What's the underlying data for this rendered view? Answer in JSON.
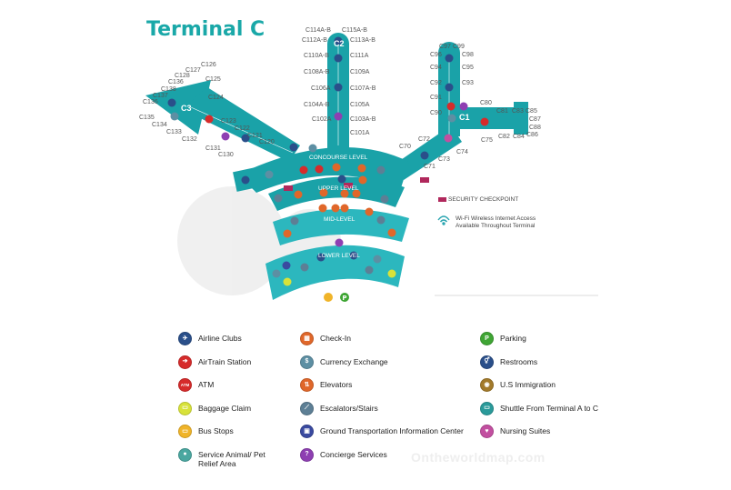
{
  "title": "Terminal C",
  "concourses": {
    "c1": "C1",
    "c2": "C2",
    "c3": "C3"
  },
  "levels": {
    "concourse": "CONCOURSE LEVEL",
    "upper": "UPPER LEVEL",
    "mid": "MID-LEVEL",
    "lower": "LOWER LEVEL"
  },
  "gates": {
    "c2_top_left": "C114A-B",
    "c2_top_right": "C115A-B",
    "c2_l1": "C112A-B",
    "c2_r1": "C113A-B",
    "c2_l2": "C110A-B",
    "c2_r2": "C111A",
    "c2_l3": "C108A-B",
    "c2_r3": "C109A",
    "c2_l4": "C106A",
    "c2_r4": "C107A-B",
    "c2_l5": "C104A-B",
    "c2_r5": "C105A",
    "c2_l6": "C102A",
    "c2_r6": "C103A-B",
    "c2_r7": "C101A",
    "c126": "C126",
    "c127": "C127",
    "c128": "C128",
    "c125": "C125",
    "c136": "C136",
    "c138": "C138",
    "c137": "C137",
    "c124": "C124",
    "c136b": "C136",
    "c135": "C135",
    "c134": "C134",
    "c133": "C133",
    "c123": "C123",
    "c122": "C122",
    "c132": "C132",
    "c121": "C121",
    "c120": "C120",
    "c131": "C131",
    "c130": "C130",
    "c97": "C97",
    "c99": "C99",
    "c96": "C96",
    "c98": "C98",
    "c94": "C94",
    "c95": "C95",
    "c92": "C92",
    "c93": "C93",
    "c91": "C91",
    "c90": "C90",
    "c80": "C80",
    "c81": "C81",
    "c83": "C83",
    "c85": "C85",
    "c87": "C87",
    "c88": "C88",
    "c86": "C86",
    "c82": "C82",
    "c84": "C84",
    "c75": "C75",
    "c74": "C74",
    "c72": "C72",
    "c70": "C70",
    "c73": "C73",
    "c71": "C71"
  },
  "info": {
    "security": "SECURITY CHECKPOINT",
    "wifi_line1": "Wi-Fi Wireless Internet Access",
    "wifi_line2": "Available Throughout Terminal"
  },
  "legend": [
    {
      "label": "Airline Clubs",
      "color": "#2a4f8a",
      "glyph": "✈",
      "name": "airline-clubs-icon"
    },
    {
      "label": "AirTrain Station",
      "color": "#d62b2b",
      "glyph": "➔",
      "name": "airtrain-station-icon"
    },
    {
      "label": "ATM",
      "color": "#d62b2b",
      "glyph": "ATM",
      "name": "atm-icon"
    },
    {
      "label": "Baggage Claim",
      "color": "#d8e23a",
      "glyph": "▭",
      "name": "baggage-claim-icon"
    },
    {
      "label": "Bus Stops",
      "color": "#f0b429",
      "glyph": "▭",
      "name": "bus-stop-icon"
    },
    {
      "label": "Service Animal/ Pet Relief Area",
      "color": "#4aa7a0",
      "glyph": "●",
      "name": "pet-relief-icon"
    },
    {
      "label": "Check-In",
      "color": "#e0672a",
      "glyph": "▦",
      "name": "check-in-icon"
    },
    {
      "label": "Currency Exchange",
      "color": "#5d8fa3",
      "glyph": "$",
      "name": "currency-exchange-icon"
    },
    {
      "label": "Elevators",
      "color": "#e0672a",
      "glyph": "⇅",
      "name": "elevator-icon"
    },
    {
      "label": "Escalators/Stairs",
      "color": "#5d7f95",
      "glyph": "⟋",
      "name": "escalator-icon"
    },
    {
      "label": "Ground Transportation Information Center",
      "color": "#3a4aa0",
      "glyph": "▣",
      "name": "ground-transport-icon"
    },
    {
      "label": "Concierge Services",
      "color": "#8e3fb2",
      "glyph": "?",
      "name": "concierge-icon"
    },
    {
      "label": "Parking",
      "color": "#3fa534",
      "glyph": "P",
      "name": "parking-icon"
    },
    {
      "label": "Restrooms",
      "color": "#2a4f8a",
      "glyph": "⚥",
      "name": "restroom-icon"
    },
    {
      "label": "U.S Immigration",
      "color": "#a37a2a",
      "glyph": "◉",
      "name": "immigration-icon"
    },
    {
      "label": "Shuttle From Terminal A to C",
      "color": "#2a9a9a",
      "glyph": "▭",
      "name": "shuttle-icon"
    },
    {
      "label": "Nursing Suites",
      "color": "#c24fa0",
      "glyph": "♥",
      "name": "nursing-suites-icon"
    }
  ],
  "watermark": "Ontheworldmap.com"
}
